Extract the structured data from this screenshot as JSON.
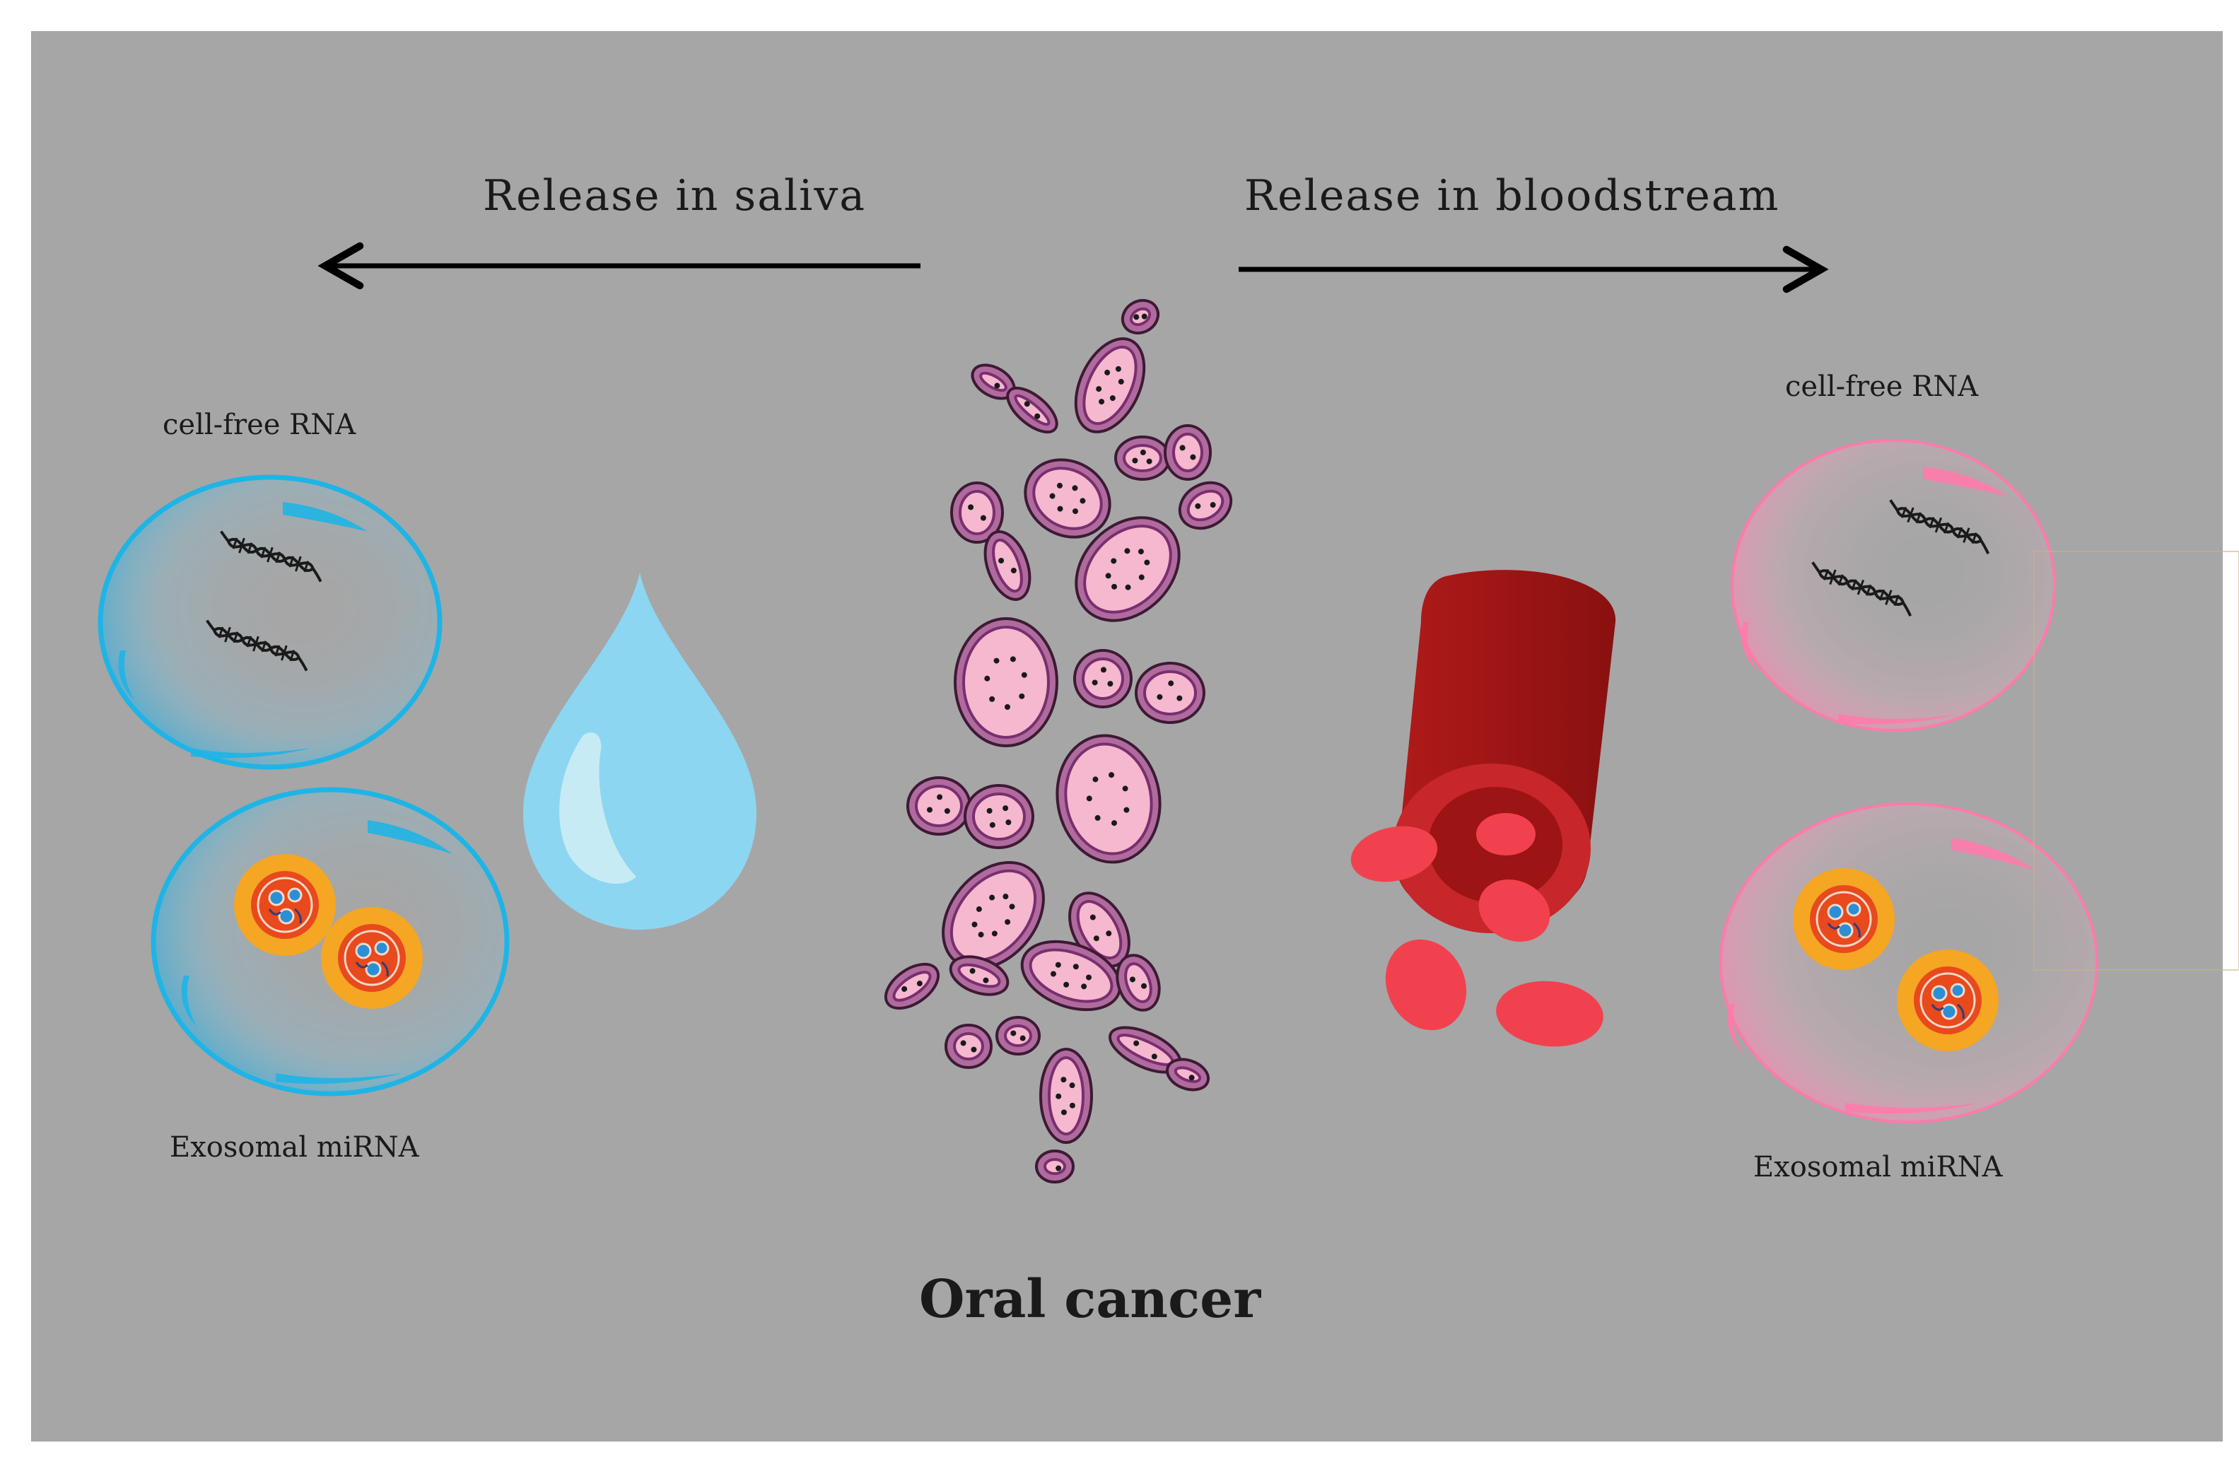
{
  "flows": {
    "saliva_label": "Release in saliva",
    "blood_label": "Release in bloodstream"
  },
  "left": {
    "cfrna_label": "cell-free RNA",
    "exo_label": "Exosomal miRNA"
  },
  "right": {
    "cfrna_label": "cell-free RNA",
    "exo_label": "Exosomal miRNA"
  },
  "title": "Oral cancer",
  "colors": {
    "background": "#a6a6a6",
    "saliva_vesicle": "#1fb4e6",
    "blood_vesicle": "#ff7aac",
    "droplet": "#8dd6f2",
    "vessel": "#9c1414",
    "red_cell": "#f2414e",
    "tumor_cell_fill": "#f5b8cf",
    "tumor_cell_border": "#7a2e6e",
    "exosome": "#f5a623"
  }
}
